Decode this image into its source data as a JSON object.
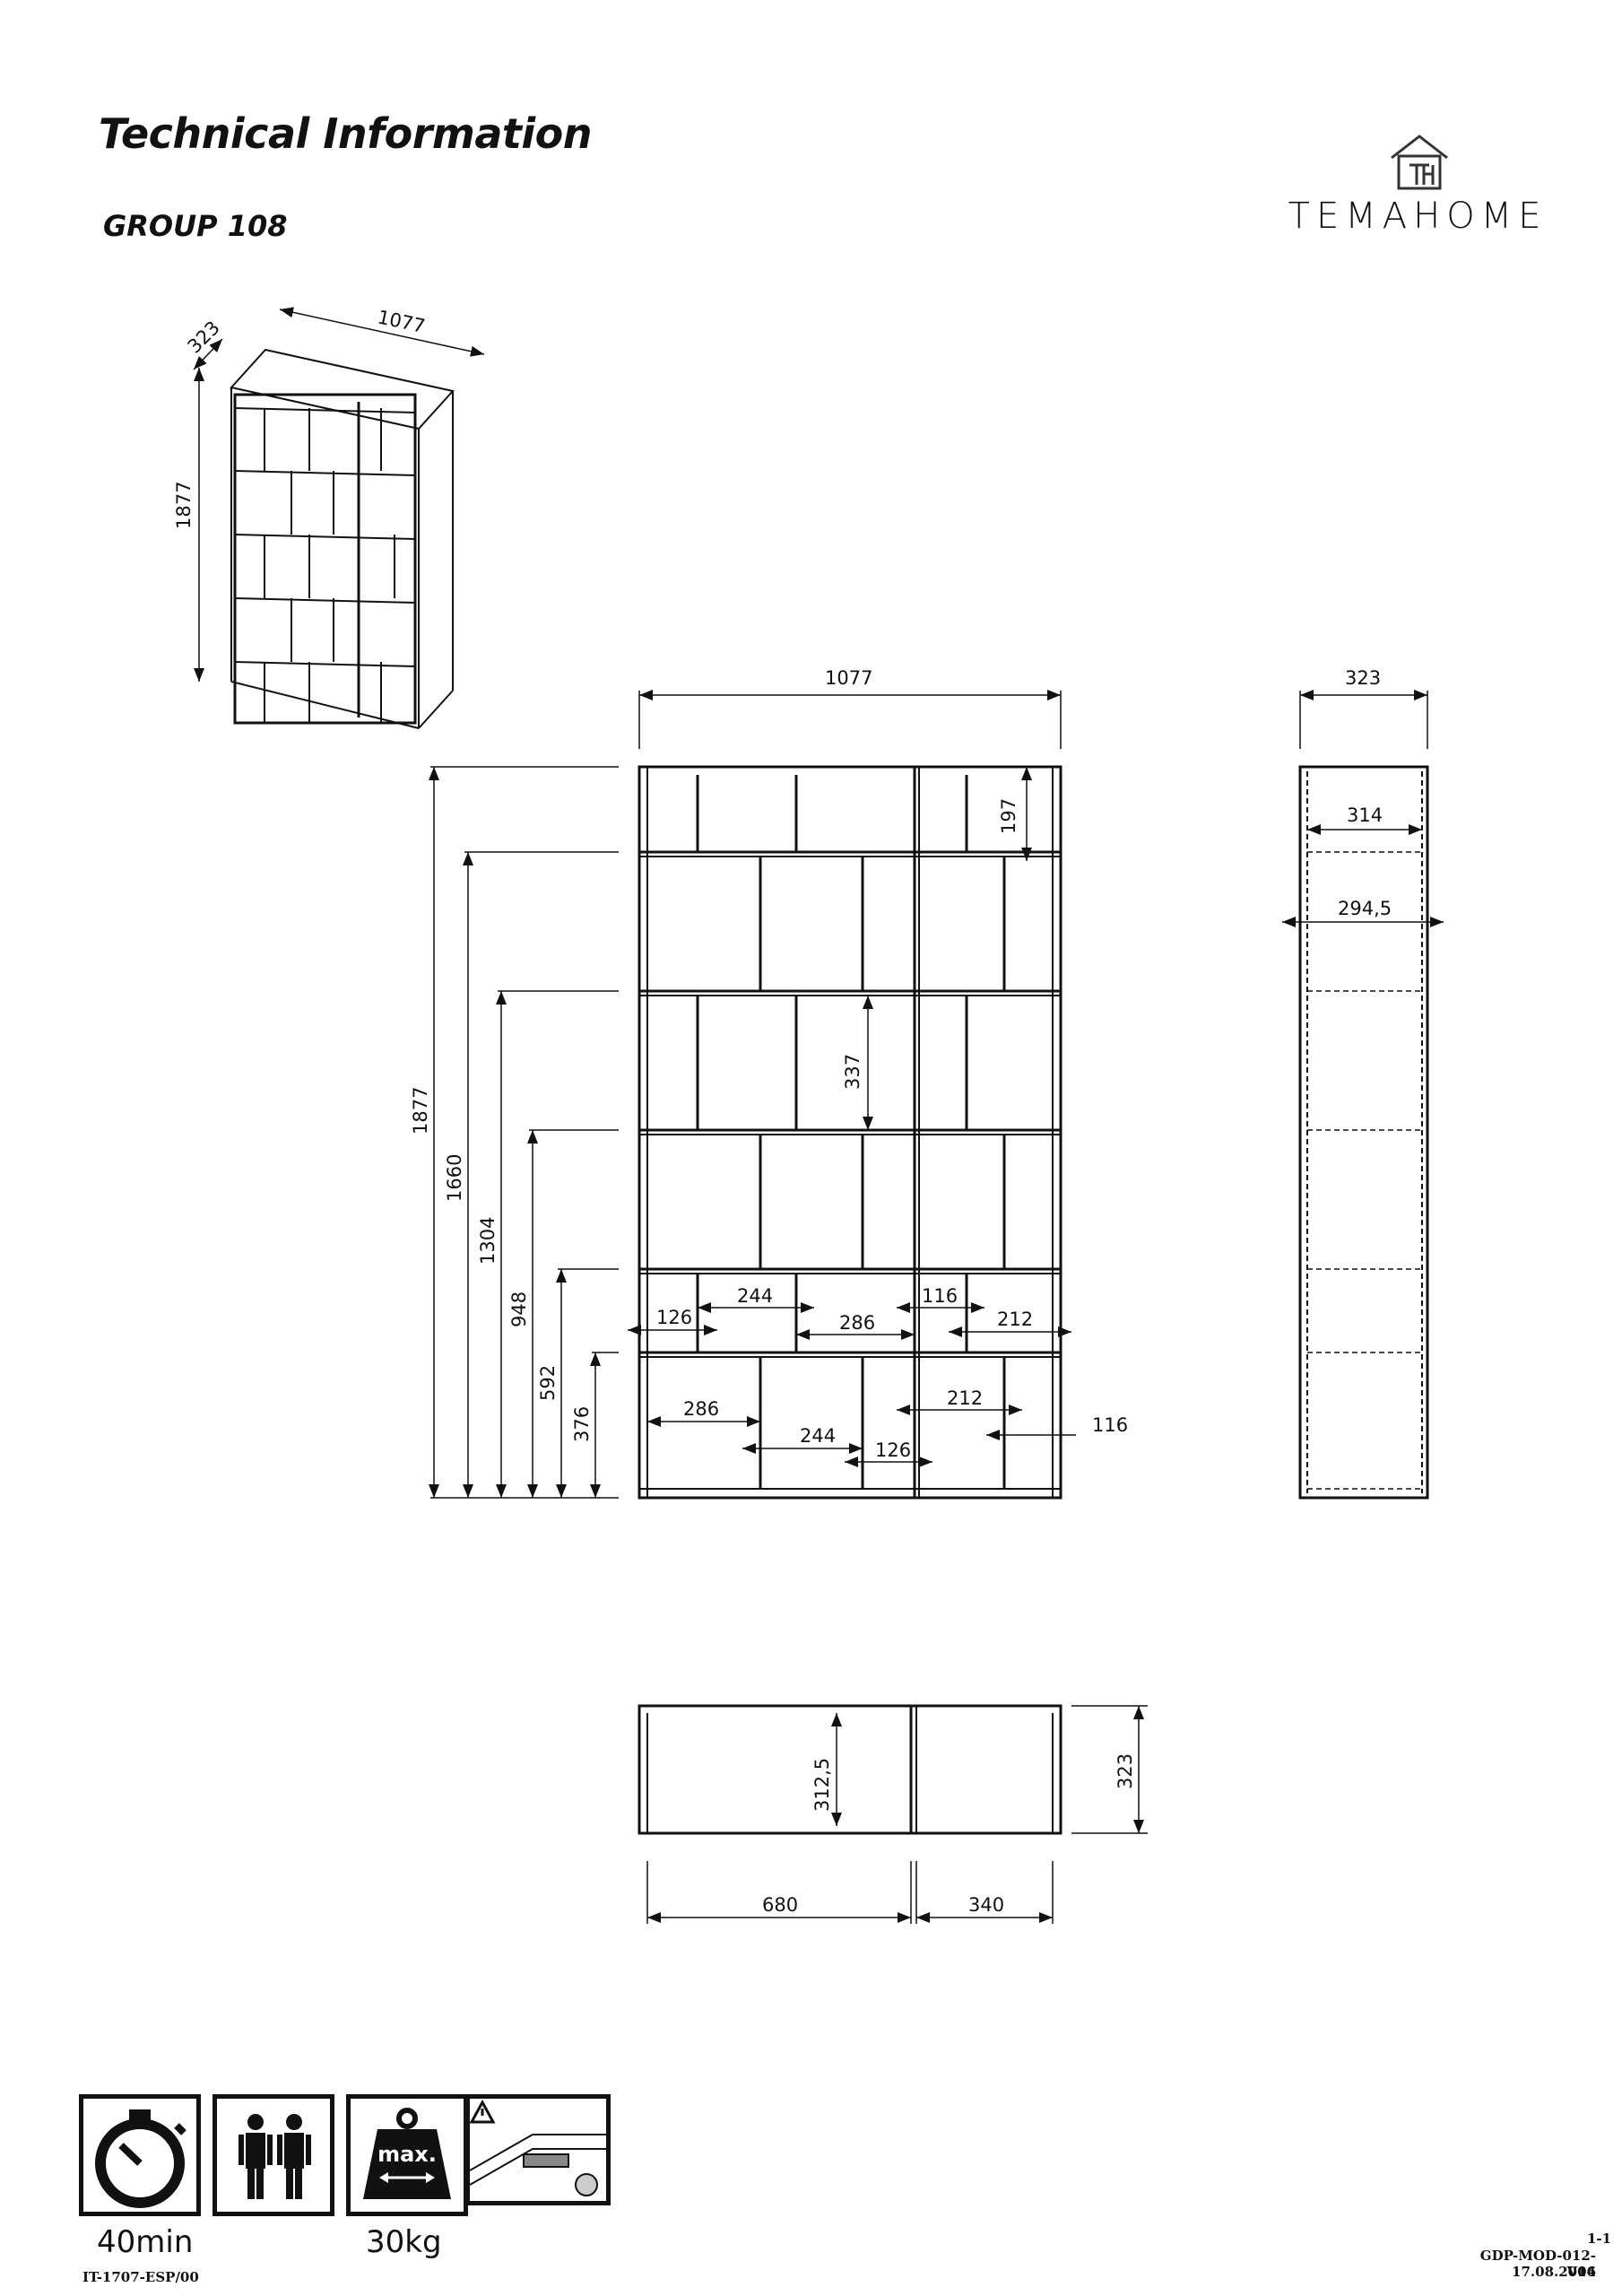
{
  "header": {
    "title": "Technical Information",
    "subtitle": "GROUP 108",
    "brand": "TEMAHOME",
    "logo_icon": "house-th-logo-icon"
  },
  "iso_view": {
    "width": "1077",
    "depth": "323",
    "height": "1877"
  },
  "front_view": {
    "overall_width": "1077",
    "overall_height": "1877",
    "shelf_heights": [
      "1660",
      "1304",
      "948",
      "592",
      "376"
    ],
    "top_compartment": "197",
    "compartment_height": "337",
    "row5_dims": [
      "126",
      "244",
      "286",
      "116",
      "212"
    ],
    "row6_dims": [
      "286",
      "244",
      "126",
      "212",
      "116"
    ]
  },
  "side_view": {
    "depth": "323",
    "shelf_depth": "314",
    "inner_depth": "294,5"
  },
  "top_view": {
    "depth": "323",
    "inner": "312,5",
    "left_width": "680",
    "right_width": "340"
  },
  "icons": {
    "time_icon": "stopwatch-icon",
    "time_label": "40min",
    "people_icon": "two-people-icon",
    "weight_icon": "weight-max-icon",
    "weight_text": "max.",
    "weight_label": "30kg",
    "warning_icon": "wall-fixing-warning-icon"
  },
  "footer": {
    "page": "1-1",
    "code": "GDP-MOD-012-V04",
    "date": "17.08.2016",
    "ref": "IT-1707-ESP/00"
  }
}
